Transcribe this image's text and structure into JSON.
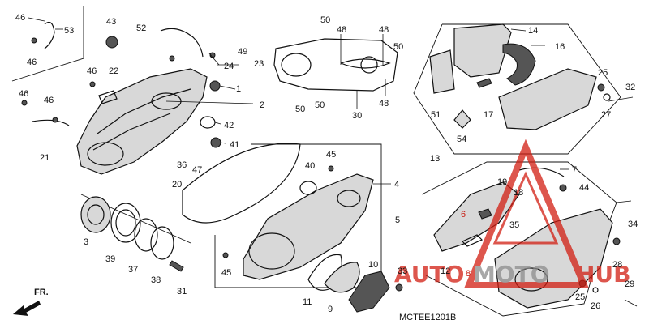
{
  "diagram": {
    "code": "MCTEE1201B",
    "front_label": "FR."
  },
  "callouts": {
    "c46a": "46",
    "c53": "53",
    "c46b": "46",
    "c43": "43",
    "c52": "52",
    "c50a": "50",
    "c48a": "48",
    "c48b": "48",
    "c50b": "50",
    "c14": "14",
    "c16": "16",
    "c49": "49",
    "c24": "24",
    "c23": "23",
    "c46c": "46",
    "c22": "22",
    "c46d": "46",
    "c46e": "46",
    "c1": "1",
    "c2": "2",
    "c50c": "50",
    "c50d": "50",
    "c30": "30",
    "c48c": "48",
    "c51": "51",
    "c17": "17",
    "c25a": "25",
    "c32": "32",
    "c27": "27",
    "c21": "21",
    "c42": "42",
    "c41": "41",
    "c54": "54",
    "c13": "13",
    "c36": "36",
    "c47": "47",
    "c45a": "45",
    "c40": "40",
    "c20": "20",
    "c4": "4",
    "c7": "7",
    "c19": "19",
    "c44": "44",
    "c18": "18",
    "c34": "34",
    "c3": "3",
    "c39": "39",
    "c37": "37",
    "c38": "38",
    "c45b": "45",
    "c5": "5",
    "c6": "6",
    "c35": "35",
    "c31": "31",
    "c10": "10",
    "c33": "33",
    "c12": "12",
    "c8": "8",
    "c28": "28",
    "c11": "11",
    "c9": "9",
    "c29": "29",
    "c25b": "25",
    "c26": "26"
  },
  "watermark": {
    "word_auto": "AUTO",
    "word_moto": "MOTO",
    "word_hub": "HUB",
    "color_red": "#d21e12",
    "color_gray": "#8c8c8c"
  },
  "icons": {
    "front_arrow": "arrow-icon"
  }
}
